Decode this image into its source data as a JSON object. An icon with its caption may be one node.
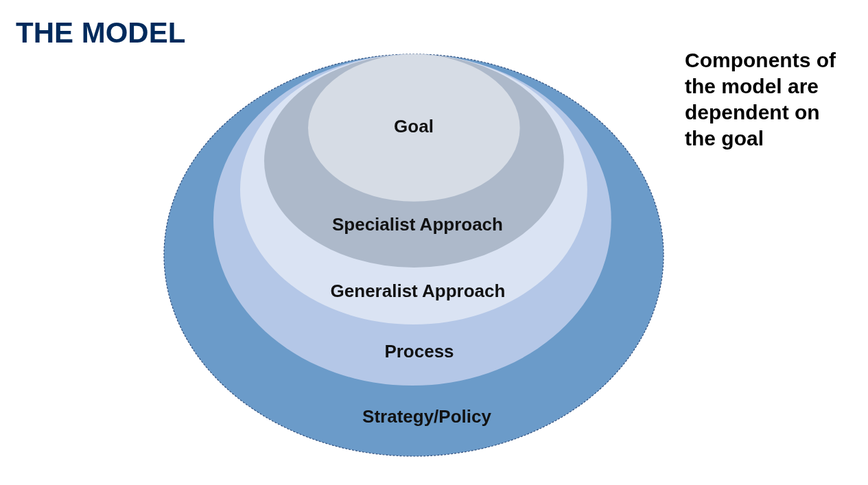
{
  "diagram": {
    "title": "THE MODEL",
    "nodes": [
      {
        "text": [
          "Strategy/Policy"
        ]
      },
      {
        "text": [
          "Process"
        ],
        "in": 0
      },
      {
        "text": [
          "Generalist Approach"
        ],
        "in": 1
      },
      {
        "text": [
          "Specialist Approach"
        ],
        "in": 2
      },
      {
        "text": [
          "Goal"
        ],
        "in": 3
      }
    ],
    "labels": [
      "Components of the model are dependent on the goal"
    ]
  }
}
